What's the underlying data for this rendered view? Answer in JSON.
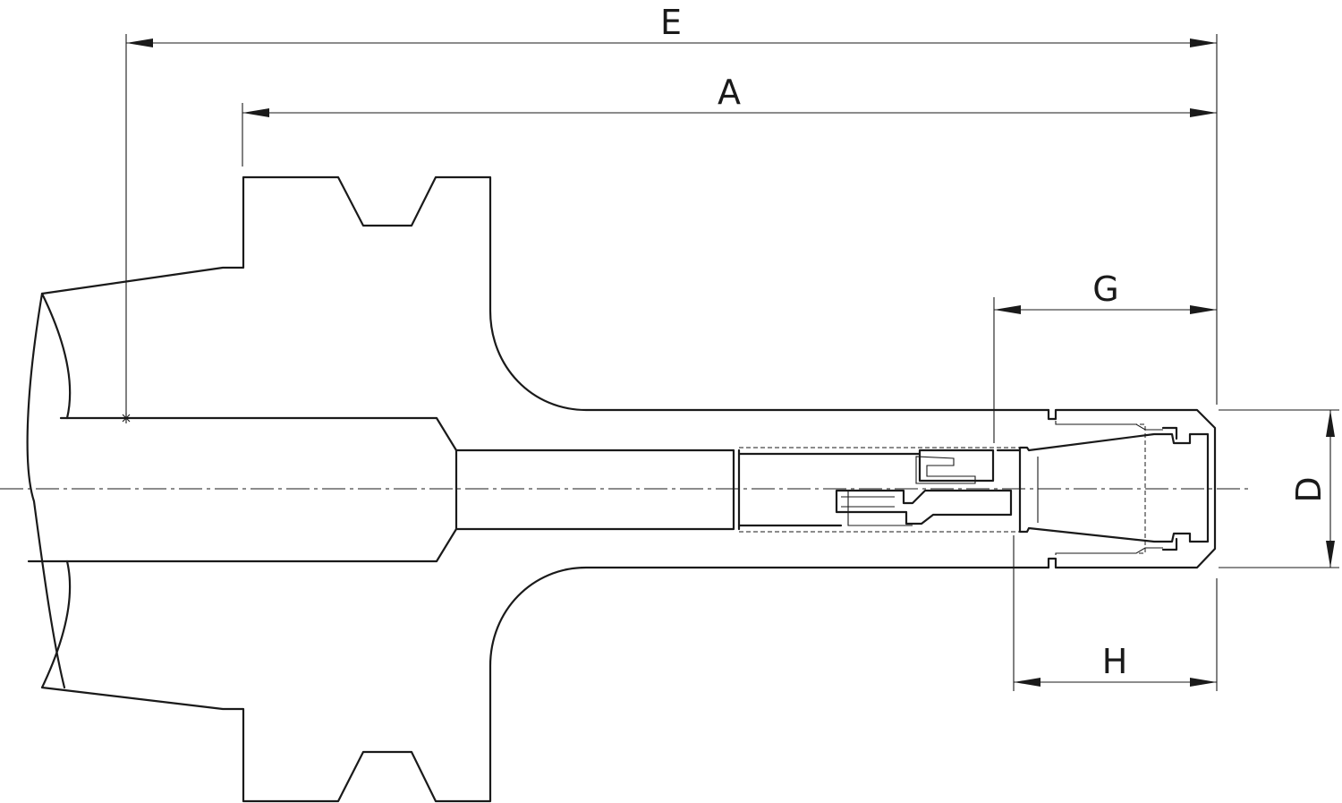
{
  "dimensions": {
    "E": "E",
    "A": "A",
    "G": "G",
    "H": "H",
    "D": "D"
  }
}
